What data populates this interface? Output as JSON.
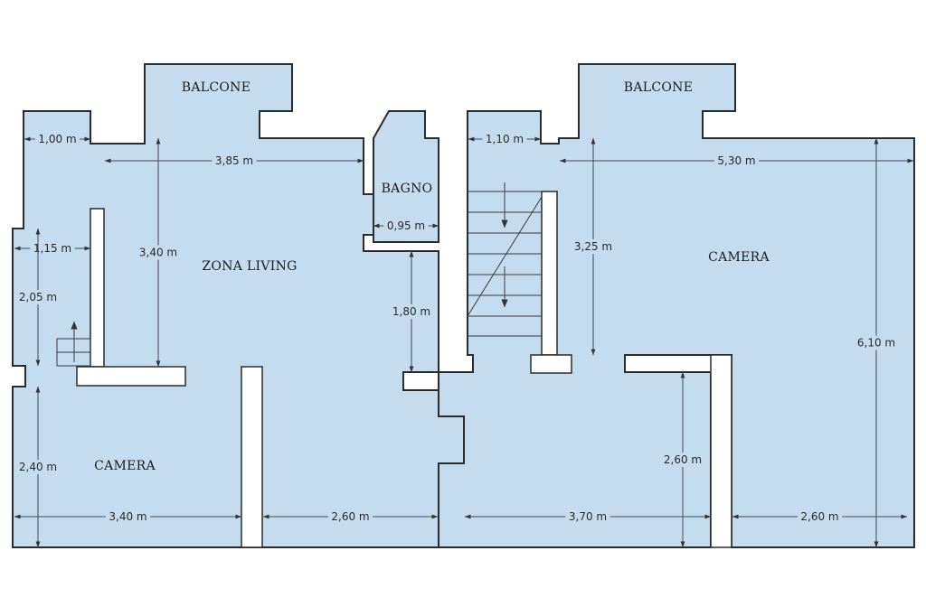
{
  "colors": {
    "fill": "#c5dbee",
    "wall": "#2b2b2b",
    "dimension": "#3e4a55",
    "background": "#ffffff"
  },
  "rooms": {
    "balcone_left": "BALCONE",
    "balcone_right": "BALCONE",
    "zona_living": "ZONA LIVING",
    "bagno": "BAGNO",
    "camera_left": "CAMERA",
    "camera_right": "CAMERA"
  },
  "dimensions": [
    "1,00 m",
    "3,85 m",
    "3,40 m",
    "1,15 m",
    "2,05 m",
    "0,95 m",
    "1,80 m",
    "2,40 m",
    "3,40 m",
    "2,60 m",
    "1,10 m",
    "5,30 m",
    "3,25 m",
    "6,10 m",
    "2,60 m",
    "3,70 m",
    "2,60 m"
  ],
  "stairs": [
    {
      "direction": "up"
    },
    {
      "direction": "down"
    }
  ]
}
